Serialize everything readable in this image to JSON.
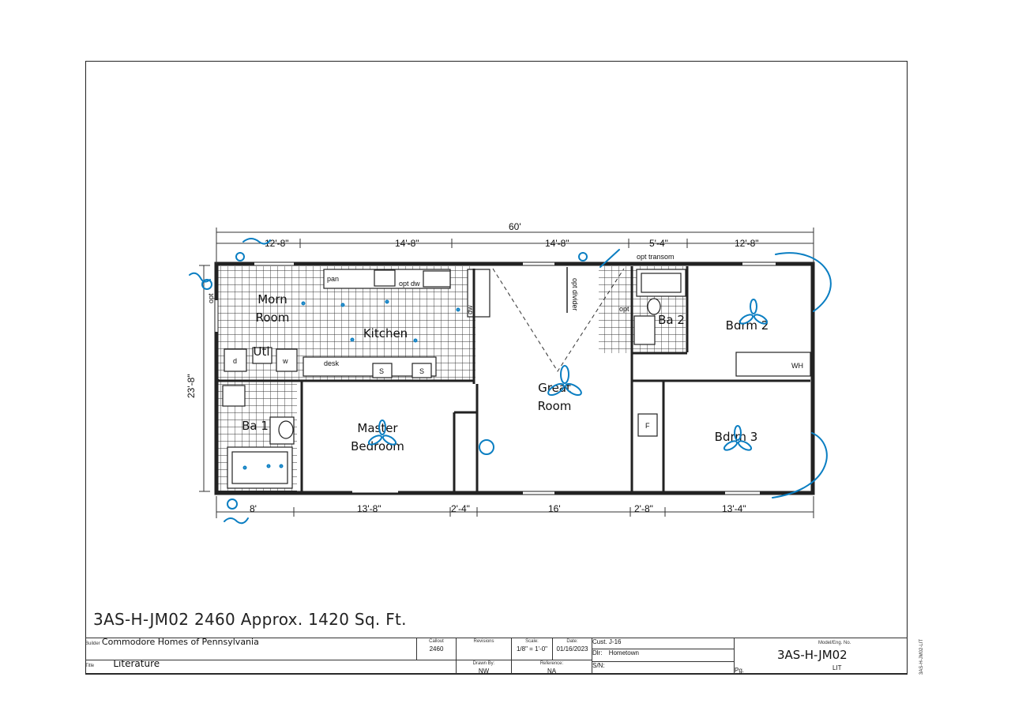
{
  "plan": {
    "overall_width": "60'",
    "overall_depth": "23'-8\"",
    "top_dims": [
      "12'-8\"",
      "14'-8\"",
      "14'-8\"",
      "5'-4\"",
      "12'-8\""
    ],
    "bottom_dims": [
      "8'",
      "13'-8\"",
      "2'-4\"",
      "16'",
      "2'-8\"",
      "13'-4\""
    ],
    "rooms": {
      "morn_room": "Morn\nRoom",
      "kitchen": "Kitchen",
      "utl": "Utl",
      "ba1": "Ba 1",
      "master": "Master\nBedroom",
      "great": "Great\nRoom",
      "ba2": "Ba 2",
      "bdrm2": "Bdrm 2",
      "bdrm3": "Bdrm 3"
    },
    "labels": {
      "pan": "pan",
      "opt_dw": "opt dw",
      "desk": "desk",
      "s": "S",
      "d": "d",
      "w": "w",
      "dw": "dw",
      "opt_transom": "opt transom",
      "opt_divider": "opt divider",
      "opt": "opt",
      "wh": "WH",
      "f": "F"
    },
    "ink_color": "#0a7ec2"
  },
  "caption": "3AS-H-JM02 2460  Approx. 1420 Sq. Ft.",
  "title_block": {
    "builder_label": "Builder",
    "builder": "Commodore Homes of Pennsylvania",
    "title_label": "Title",
    "title": "Literature",
    "callout_label": "Callout",
    "callout": "2460",
    "revisions_label": "Revisions",
    "drawn_by_label": "Drawn By:",
    "drawn_by": "NW",
    "scale_label": "Scale:",
    "scale": "1/8\" = 1'-0\"",
    "date_label": "Date:",
    "date": "01/16/2023",
    "reference_label": "Reference:",
    "reference": "NA",
    "cust_label": "Cust.",
    "cust": "J-16",
    "dlr_label": "Dlr:",
    "dlr": "Hometown",
    "sn_label": "S/N:",
    "model_label": "Model/Eng. No.",
    "model": "3AS-H-JM02",
    "lit": "LIT",
    "pg_label": "Pg."
  },
  "side_text": "3AS-H-JM02-LIT"
}
